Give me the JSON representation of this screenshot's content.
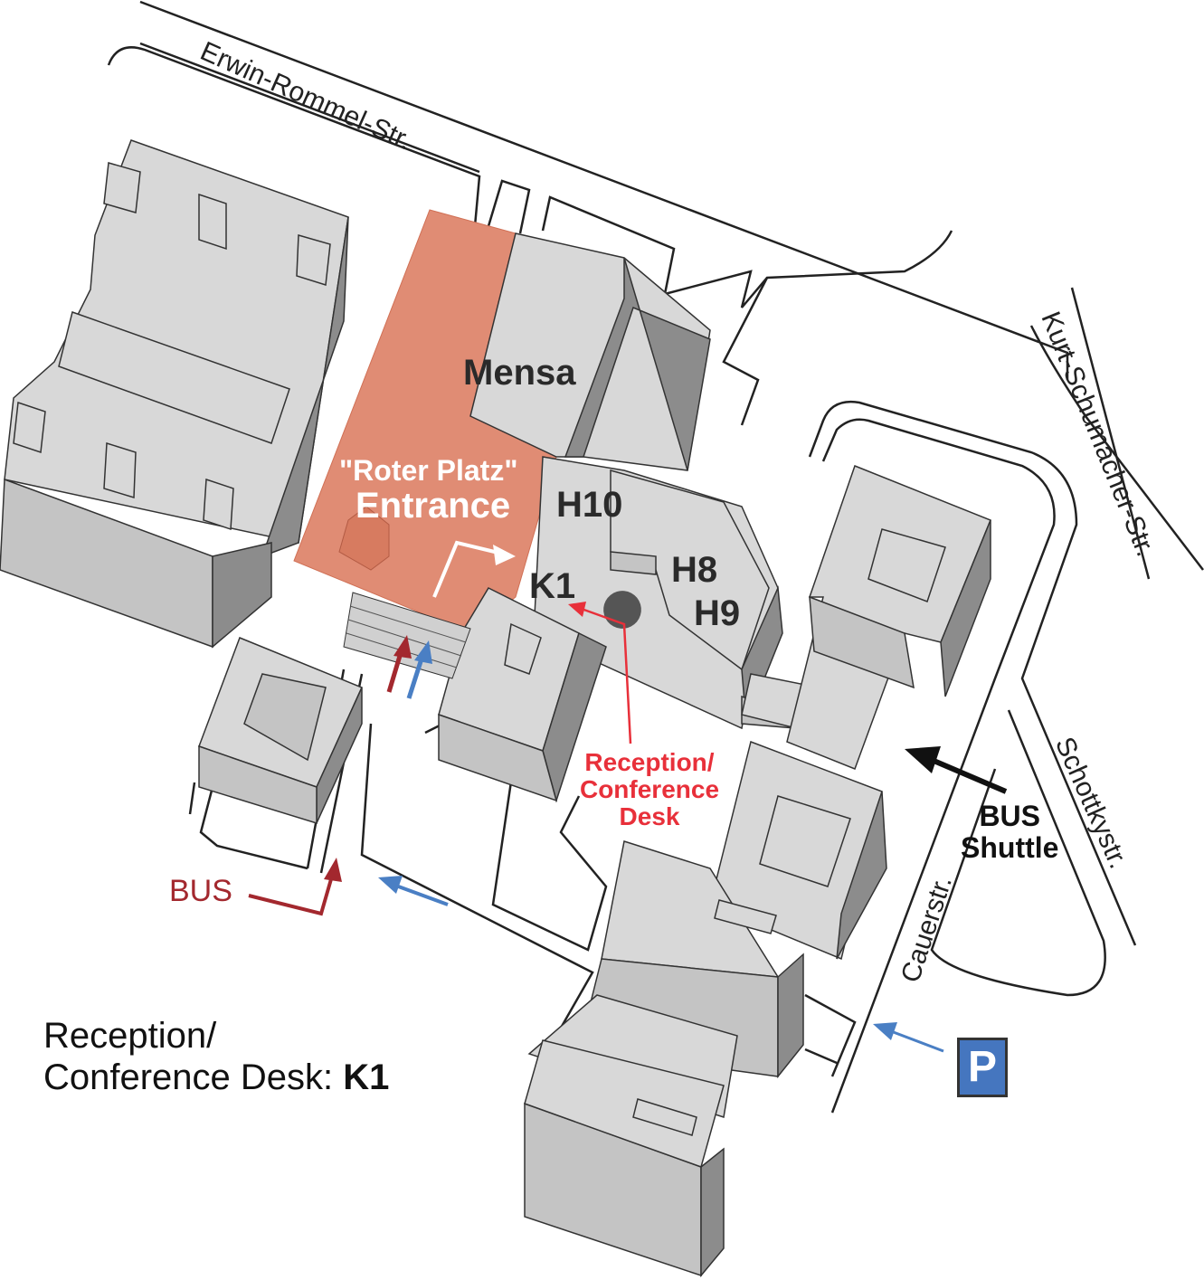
{
  "streets": {
    "erwin": "Erwin-Rommel-Str.",
    "kurt": "Kurt-Schumacher-Str.",
    "schottky": "Schottkystr.",
    "cauer": "Cauerstr."
  },
  "buildings": {
    "mensa": "Mensa",
    "h10": "H10",
    "k1": "K1",
    "h8": "H8",
    "h9": "H9"
  },
  "entrance": {
    "line1": "\"Roter Platz\"",
    "line2": "Entrance"
  },
  "reception_callout": {
    "line1": "Reception/",
    "line2": "Conference",
    "line3": "Desk"
  },
  "bus_label": "BUS",
  "bus_shuttle": {
    "line1": "BUS",
    "line2": "Shuttle"
  },
  "parking": {
    "icon": "parking-sign-icon",
    "letter": "P",
    "color": "#4576bf"
  },
  "legend": {
    "line1": "Reception/",
    "line2_prefix": "Conference Desk: ",
    "line2_bold": "K1"
  },
  "colors": {
    "plaza": "#e08c74",
    "reception": "#e8303a",
    "bus": "#a3282e",
    "arrow_blue": "#4a7fc4"
  }
}
